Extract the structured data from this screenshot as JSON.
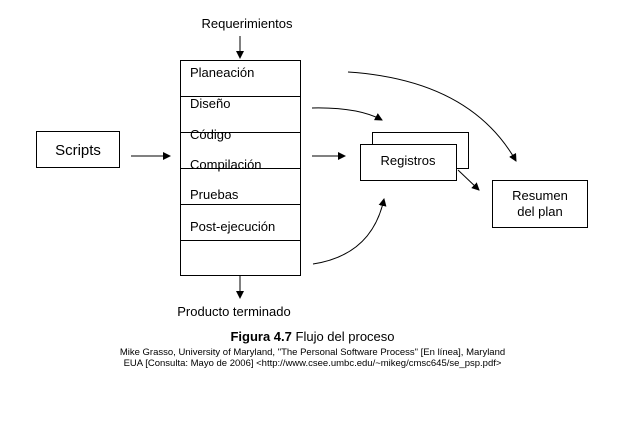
{
  "inputs": {
    "top_label": "Requerimientos",
    "bottom_label": "Producto terminado"
  },
  "scripts_box": {
    "label": "Scripts"
  },
  "phases": [
    "Planeación",
    "Diseño",
    "Código",
    "Compilación",
    "Pruebas",
    "Post-ejecución"
  ],
  "registros_box": {
    "label": "Registros"
  },
  "resumen_box": {
    "line1": "Resumen",
    "line2": "del plan"
  },
  "caption": {
    "figure_label": "Figura 4.7",
    "figure_title": "Flujo del proceso",
    "source_line1": "Mike Grasso, University of Maryland, \"The Personal Software Process\" [En línea], Maryland",
    "source_line2": "EUA [Consulta: Mayo de 2006] <http://www.csee.umbc.edu/~mikeg/cmsc645/se_psp.pdf>"
  }
}
